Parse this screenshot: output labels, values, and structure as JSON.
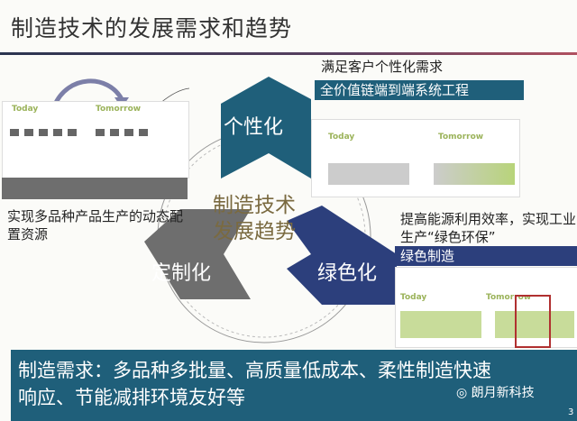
{
  "title": "制造技术的发展需求和趋势",
  "center": {
    "line1": "制造技术",
    "line2": "发展趋势"
  },
  "shapes": {
    "personalized": "个性化",
    "customized": "定制化",
    "green": "绿色化"
  },
  "left_panel": {
    "today": "Today",
    "tomorrow": "Tomorrow",
    "caption": "实现多品种产品生产的动态配置资源"
  },
  "top_right": {
    "caption": "满足客户个性化需求",
    "bar": "全价值链端到端系统工程",
    "today": "Today",
    "tomorrow": "Tomorrow"
  },
  "bottom_right": {
    "caption": "提高能源利用效率，实现工业生产“绿色环保”",
    "bar": "绿色制造",
    "today": "Today",
    "tomorrow": "Tomorrow"
  },
  "bottom": {
    "line1": "制造需求：多品种多批量、高质量低成本、柔性制造快速",
    "line2": "响应、节能减排环境友好等"
  },
  "watermark": "朗月新科技",
  "page_number": "3",
  "colors": {
    "teal": "#1f5f7a",
    "navy": "#2c3f7c",
    "gray": "#6e6e6e"
  }
}
